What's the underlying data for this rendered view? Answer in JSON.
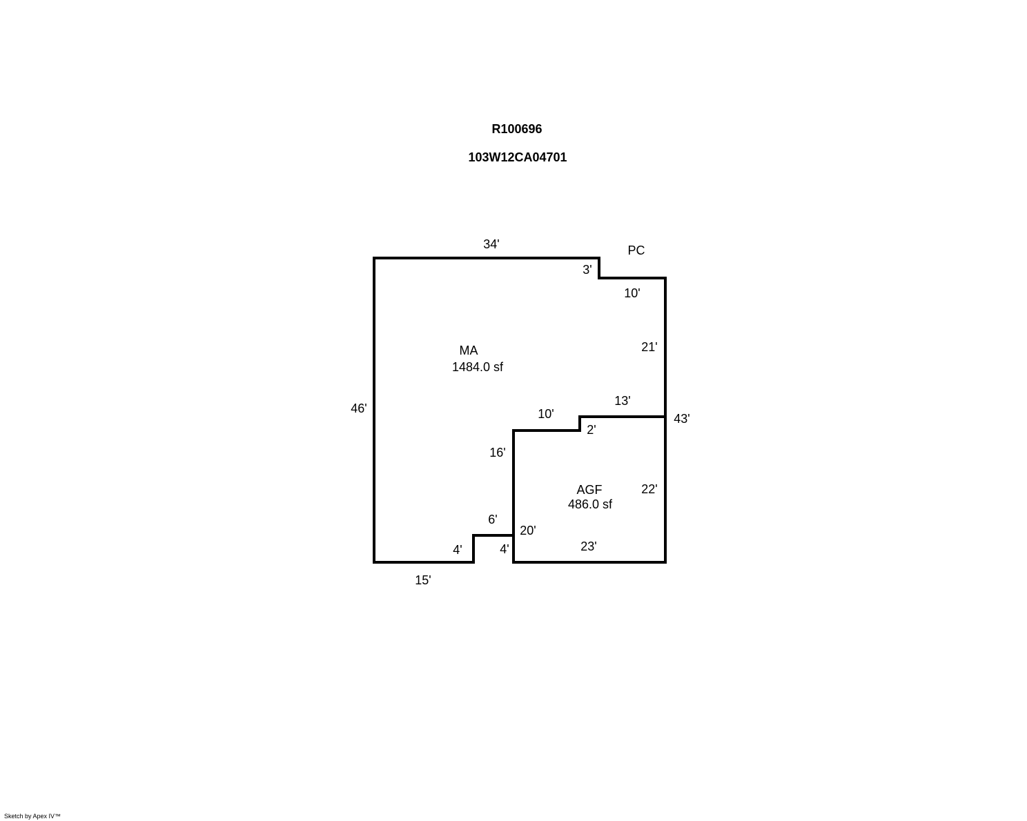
{
  "header": {
    "id": "R100696",
    "parcel": "103W12CA04701"
  },
  "areas": [
    {
      "code": "MA",
      "area": "1484.0 sf"
    },
    {
      "code": "AGF",
      "area": "486.0 sf"
    }
  ],
  "label_pc": "PC",
  "dimensions": {
    "top": "34'",
    "notch_v": "3'",
    "notch_h": "10'",
    "right_upper": "21'",
    "right_total": "43'",
    "left": "46'",
    "bottom_left": "15'",
    "bottom_step_left": "4'",
    "step_top": "6'",
    "step_right": "4'",
    "agf_left": "16'",
    "agf_top_left": "10'",
    "agf_step": "2'",
    "agf_top_right": "13'",
    "agf_right": "22'",
    "agf_inner_left": "20'",
    "agf_bottom": "23'"
  },
  "footer": "Sketch by Apex IV™"
}
